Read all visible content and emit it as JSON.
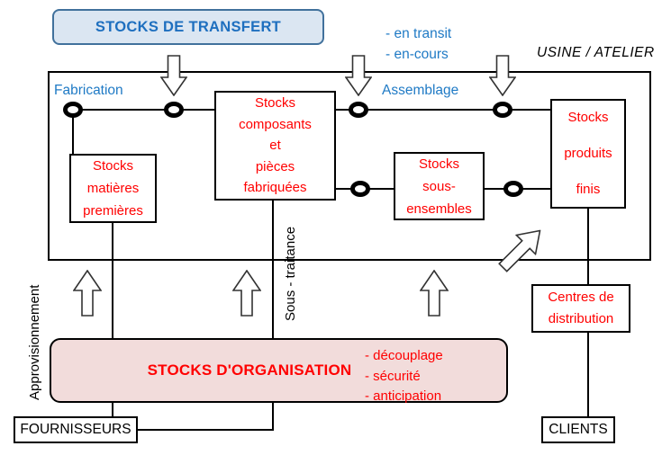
{
  "title": {
    "label": "STOCKS DE TRANSFERT"
  },
  "legend": {
    "transit_notes": "- en transit\n- en-cours",
    "usine_atelier": "USINE / ATELIER"
  },
  "labels": {
    "fabrication": "Fabrication",
    "assemblage": "Assemblage",
    "approvisionnement": "Approvisionnement",
    "sous_traitance": "Sous - traitance"
  },
  "stocks": {
    "matieres_premieres": "Stocks\nmatières\npremières",
    "composants": "Stocks\ncomposants\net\npièces\nfabriquées",
    "sous_ensembles": "Stocks\nsous-\nensembles",
    "produits_finis": "Stocks\nproduits\nfinis",
    "centres_distribution": "Centres de\ndistribution"
  },
  "organisation": {
    "label": "STOCKS D'ORGANISATION",
    "bullets": "- découplage\n- sécurité\n- anticipation"
  },
  "externals": {
    "fournisseurs": "FOURNISSEURS",
    "clients": "CLIENTS"
  },
  "colors": {
    "blue_text": "#1f7ac5",
    "title_text": "#1e6fbf",
    "title_fill": "#dbe6f2",
    "title_border": "#41719c",
    "red_text": "#ff0000",
    "organisation_fill": "#f2dcdb",
    "line_black": "#000000"
  }
}
